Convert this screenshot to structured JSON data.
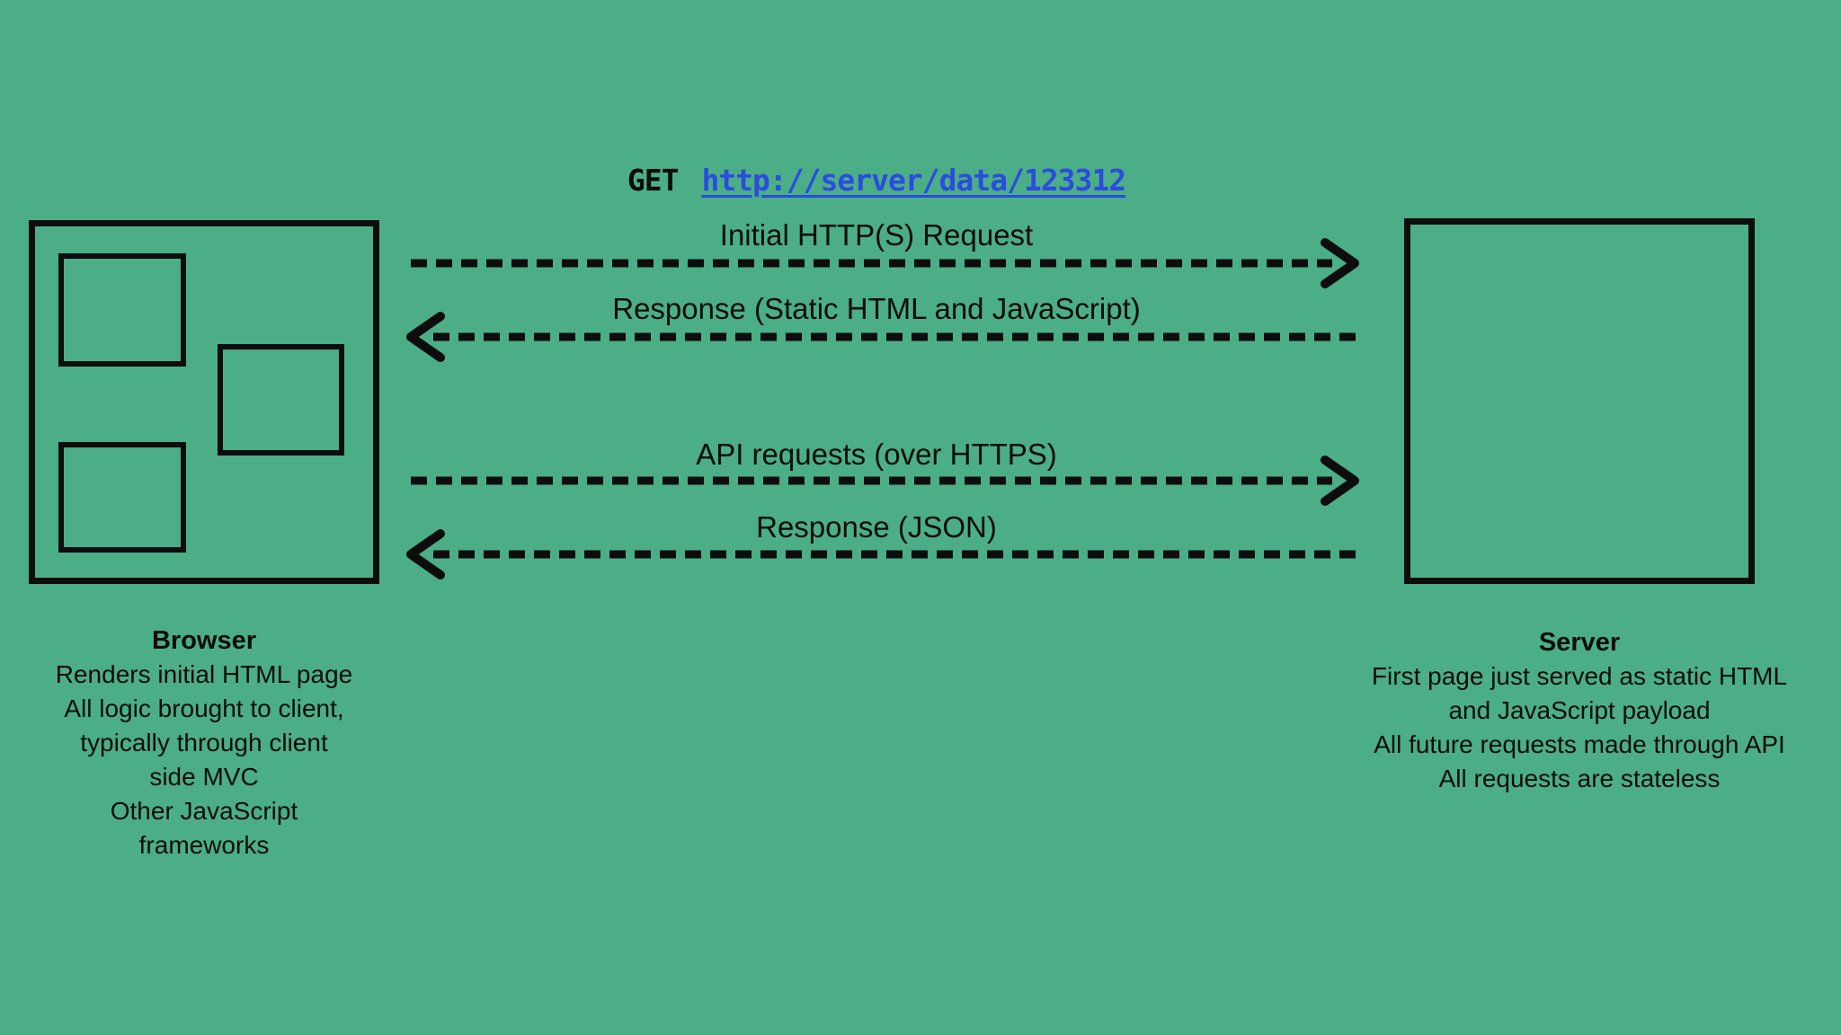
{
  "colors": {
    "background": "#4bae86",
    "ink": "#0d0d0d",
    "link_blue": "#2b4ce0"
  },
  "request": {
    "method": "GET",
    "url": "http://server/data/123312"
  },
  "arrows": [
    {
      "label": "Initial HTTP(S) Request",
      "direction": "right",
      "from": "browser",
      "to": "server"
    },
    {
      "label": "Response (Static HTML and JavaScript)",
      "direction": "left",
      "from": "server",
      "to": "browser"
    },
    {
      "label": "API requests (over HTTPS)",
      "direction": "right",
      "from": "browser",
      "to": "server"
    },
    {
      "label": "Response (JSON)",
      "direction": "left",
      "from": "server",
      "to": "browser"
    }
  ],
  "browser": {
    "title": "Browser",
    "lines": [
      "Renders initial HTML page",
      "All logic brought to client,",
      "typically through client",
      "side MVC",
      "Other JavaScript",
      "frameworks"
    ]
  },
  "server": {
    "title": "Server",
    "lines": [
      "First page just served as static HTML",
      "and JavaScript payload",
      "All future requests made through API",
      "All requests are stateless"
    ]
  }
}
